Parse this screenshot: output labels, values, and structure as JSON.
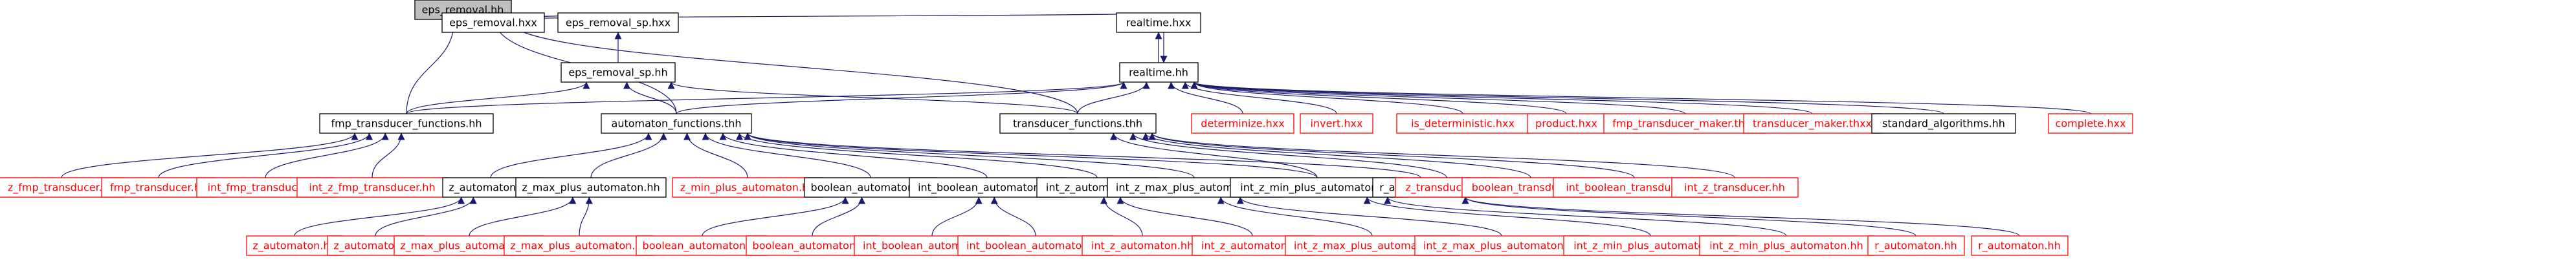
{
  "colors": {
    "focus_fill": "#bfbfbf",
    "edge": "#191970",
    "documented_border": "#000000",
    "undocumented_border": "#ff0000",
    "documented_text": "#000000",
    "undocumented_text": "#ff0000",
    "node_fill": "#ffffff"
  },
  "nodes": [
    {
      "id": "n0",
      "label": "eps_removal.hh",
      "kind": "focus"
    },
    {
      "id": "n1",
      "label": "eps_removal.hxx",
      "kind": "documented"
    },
    {
      "id": "n2",
      "label": "eps_removal_sp.hxx",
      "kind": "documented"
    },
    {
      "id": "n3",
      "label": "realtime.hxx",
      "kind": "documented"
    },
    {
      "id": "n4",
      "label": "eps_removal_sp.hh",
      "kind": "documented"
    },
    {
      "id": "n5",
      "label": "realtime.hh",
      "kind": "documented"
    },
    {
      "id": "n6",
      "label": "fmp_transducer_functions.hh",
      "kind": "documented"
    },
    {
      "id": "n7",
      "label": "automaton_functions.thh",
      "kind": "documented"
    },
    {
      "id": "n8",
      "label": "transducer_functions.thh",
      "kind": "documented"
    },
    {
      "id": "n9",
      "label": "determinize.hxx",
      "kind": "undocumented"
    },
    {
      "id": "n10",
      "label": "invert.hxx",
      "kind": "undocumented"
    },
    {
      "id": "n11",
      "label": "is_deterministic.hxx",
      "kind": "undocumented"
    },
    {
      "id": "n12",
      "label": "product.hxx",
      "kind": "undocumented"
    },
    {
      "id": "n13",
      "label": "fmp_transducer_maker.thxx",
      "kind": "undocumented"
    },
    {
      "id": "n14",
      "label": "transducer_maker.thxx",
      "kind": "undocumented"
    },
    {
      "id": "n15",
      "label": "standard_algorithms.hh",
      "kind": "documented"
    },
    {
      "id": "n16",
      "label": "complete.hxx",
      "kind": "undocumented"
    },
    {
      "id": "n17",
      "label": "z_fmp_transducer.hh",
      "kind": "undocumented"
    },
    {
      "id": "n18",
      "label": "fmp_transducer.hh",
      "kind": "undocumented"
    },
    {
      "id": "n19",
      "label": "int_fmp_transducer.hh",
      "kind": "undocumented"
    },
    {
      "id": "n20",
      "label": "int_z_fmp_transducer.hh",
      "kind": "undocumented"
    },
    {
      "id": "n21",
      "label": "z_automaton.hh",
      "kind": "documented"
    },
    {
      "id": "n22",
      "label": "z_max_plus_automaton.hh",
      "kind": "documented"
    },
    {
      "id": "n23",
      "label": "z_min_plus_automaton.hh",
      "kind": "undocumented"
    },
    {
      "id": "n24",
      "label": "boolean_automaton.hh",
      "kind": "documented"
    },
    {
      "id": "n25",
      "label": "int_boolean_automaton.hh",
      "kind": "documented"
    },
    {
      "id": "n26",
      "label": "int_z_automaton.hh",
      "kind": "documented"
    },
    {
      "id": "n27",
      "label": "int_z_max_plus_automaton.hh",
      "kind": "documented"
    },
    {
      "id": "n28",
      "label": "int_z_min_plus_automaton.hh",
      "kind": "documented"
    },
    {
      "id": "n29",
      "label": "r_automaton.hh",
      "kind": "documented"
    },
    {
      "id": "n30",
      "label": "z_transducer.hh",
      "kind": "undocumented"
    },
    {
      "id": "n31",
      "label": "boolean_transducer.hh",
      "kind": "undocumented"
    },
    {
      "id": "n32",
      "label": "int_boolean_transducer.hh",
      "kind": "undocumented"
    },
    {
      "id": "n33",
      "label": "int_z_transducer.hh",
      "kind": "undocumented"
    },
    {
      "id": "n34",
      "label": "z_automaton.hh",
      "kind": "undocumented"
    },
    {
      "id": "n35",
      "label": "z_automaton.hh",
      "kind": "undocumented"
    },
    {
      "id": "n36",
      "label": "z_max_plus_automaton.hh",
      "kind": "undocumented"
    },
    {
      "id": "n37",
      "label": "z_max_plus_automaton.hh",
      "kind": "undocumented"
    },
    {
      "id": "n38",
      "label": "boolean_automaton.hh",
      "kind": "undocumented"
    },
    {
      "id": "n39",
      "label": "boolean_automaton.hh",
      "kind": "undocumented"
    },
    {
      "id": "n40",
      "label": "int_boolean_automaton.hh",
      "kind": "undocumented"
    },
    {
      "id": "n41",
      "label": "int_boolean_automaton.hh",
      "kind": "undocumented"
    },
    {
      "id": "n42",
      "label": "int_z_automaton.hh",
      "kind": "undocumented"
    },
    {
      "id": "n43",
      "label": "int_z_automaton.hh",
      "kind": "undocumented"
    },
    {
      "id": "n44",
      "label": "int_z_max_plus_automaton.hh",
      "kind": "undocumented"
    },
    {
      "id": "n45",
      "label": "int_z_max_plus_automaton.hh",
      "kind": "undocumented"
    },
    {
      "id": "n46",
      "label": "int_z_min_plus_automaton.hh",
      "kind": "undocumented"
    },
    {
      "id": "n47",
      "label": "int_z_min_plus_automaton.hh",
      "kind": "undocumented"
    },
    {
      "id": "n48",
      "label": "r_automaton.hh",
      "kind": "undocumented"
    },
    {
      "id": "n49",
      "label": "r_automaton.hh",
      "kind": "undocumented"
    }
  ],
  "edges": [
    [
      "n1",
      "n0"
    ],
    [
      "n2",
      "n0"
    ],
    [
      "n3",
      "n0"
    ],
    [
      "n6",
      "n0"
    ],
    [
      "n7",
      "n0"
    ],
    [
      "n8",
      "n0"
    ],
    [
      "n5",
      "n3"
    ],
    [
      "n3",
      "n5"
    ],
    [
      "n4",
      "n2"
    ],
    [
      "n6",
      "n4"
    ],
    [
      "n7",
      "n4"
    ],
    [
      "n8",
      "n4"
    ],
    [
      "n6",
      "n5"
    ],
    [
      "n7",
      "n5"
    ],
    [
      "n8",
      "n5"
    ],
    [
      "n9",
      "n5"
    ],
    [
      "n10",
      "n5"
    ],
    [
      "n11",
      "n5"
    ],
    [
      "n12",
      "n5"
    ],
    [
      "n13",
      "n5"
    ],
    [
      "n14",
      "n5"
    ],
    [
      "n15",
      "n5"
    ],
    [
      "n16",
      "n5"
    ],
    [
      "n17",
      "n6"
    ],
    [
      "n18",
      "n6"
    ],
    [
      "n19",
      "n6"
    ],
    [
      "n20",
      "n6"
    ],
    [
      "n21",
      "n7"
    ],
    [
      "n22",
      "n7"
    ],
    [
      "n23",
      "n7"
    ],
    [
      "n24",
      "n7"
    ],
    [
      "n25",
      "n7"
    ],
    [
      "n26",
      "n7"
    ],
    [
      "n27",
      "n7"
    ],
    [
      "n28",
      "n7"
    ],
    [
      "n29",
      "n7"
    ],
    [
      "n28",
      "n8"
    ],
    [
      "n30",
      "n8"
    ],
    [
      "n31",
      "n8"
    ],
    [
      "n32",
      "n8"
    ],
    [
      "n33",
      "n8"
    ],
    [
      "n34",
      "n21"
    ],
    [
      "n35",
      "n21"
    ],
    [
      "n36",
      "n22"
    ],
    [
      "n37",
      "n22"
    ],
    [
      "n38",
      "n24"
    ],
    [
      "n39",
      "n24"
    ],
    [
      "n40",
      "n25"
    ],
    [
      "n41",
      "n25"
    ],
    [
      "n42",
      "n26"
    ],
    [
      "n43",
      "n26"
    ],
    [
      "n44",
      "n27"
    ],
    [
      "n45",
      "n27"
    ],
    [
      "n46",
      "n28"
    ],
    [
      "n47",
      "n28"
    ],
    [
      "n48",
      "n29"
    ],
    [
      "n49",
      "n29"
    ]
  ]
}
